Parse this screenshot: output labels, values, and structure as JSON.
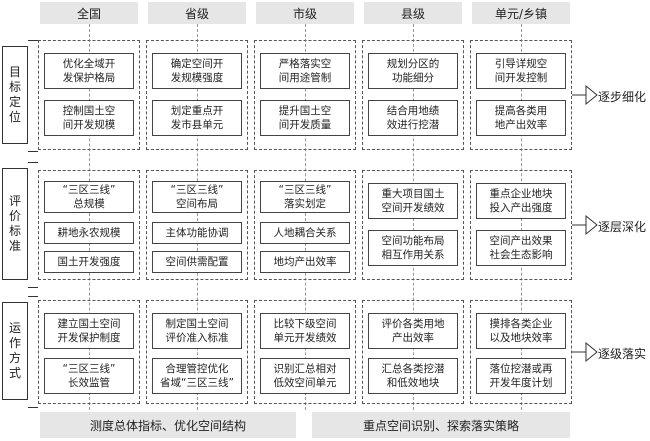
{
  "columns": [
    "全国",
    "省级",
    "市级",
    "县级",
    "单元/乡镇"
  ],
  "rows": [
    {
      "label": "目标定位",
      "arrow": "逐步细化",
      "cells": [
        [
          "优化全域开\n发保护格局",
          "控制国土空\n间开发规模"
        ],
        [
          "确定空间开\n发规模强度",
          "划定重点开\n发市县单元"
        ],
        [
          "严格落实空\n间用途管制",
          "提升国土空\n间开发质量"
        ],
        [
          "规划分区的\n功能细分",
          "结合用地绩\n效进行挖潜"
        ],
        [
          "引导详规空\n间开发控制",
          "提高各类用\n地产出效率"
        ]
      ]
    },
    {
      "label": "评价标准",
      "arrow": "逐层深化",
      "cells": [
        [
          "“三区三线”\n总规模",
          "耕地永农规模",
          "国土开发强度"
        ],
        [
          "“三区三线”\n空间布局",
          "主体功能协调",
          "空间供需配置"
        ],
        [
          "“三区三线”\n落实划定",
          "人地耦合关系",
          "地均产出效率"
        ],
        [
          "重大项目国土\n空间开发绩效",
          "空间功能布局\n相互作用关系"
        ],
        [
          "重点企业地块\n投入产出强度",
          "空间产出效果\n社会生态影响"
        ]
      ]
    },
    {
      "label": "运作方式",
      "arrow": "逐级落实",
      "cells": [
        [
          "建立国土空间\n开发保护制度",
          "“三区三线”\n长效监管"
        ],
        [
          "制定国土空间\n评价准入标准",
          "合理管控优化\n省域“三区三线”"
        ],
        [
          "比较下级空间\n单元开发绩效",
          "识别汇总相对\n低效空间单元"
        ],
        [
          "评价各类用地\n产出效率",
          "汇总各类挖潜\n和低效地块"
        ],
        [
          "摸排各类企业\n以及地块效率",
          "落位挖潜或再\n开发年度计划"
        ]
      ]
    }
  ],
  "footer": [
    "测度总体指标、优化空间结构",
    "重点空间识别、探索落实策略"
  ]
}
